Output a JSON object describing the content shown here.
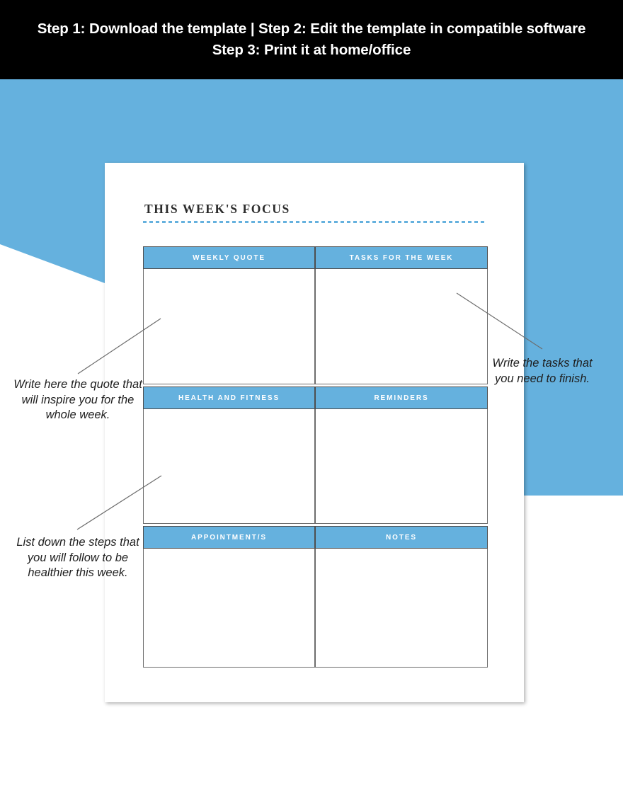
{
  "banner": {
    "line1": "Step 1: Download the template | Step 2: Edit the template in compatible software",
    "line2": "Step 3: Print it at home/office",
    "background": "#000000",
    "text_color": "#ffffff"
  },
  "theme": {
    "accent_blue": "#65b1de",
    "sheet_white": "#ffffff",
    "line_gray": "#6d6d6d",
    "ink": "#1e1e1e"
  },
  "sheet": {
    "title": "THIS WEEK'S FOCUS",
    "divider": "dashed-blue-rule"
  },
  "planner": {
    "rows": [
      {
        "left": {
          "header": "WEEKLY QUOTE",
          "value": ""
        },
        "right": {
          "header": "TASKS FOR THE WEEK",
          "value": ""
        }
      },
      {
        "left": {
          "header": "HEALTH AND FITNESS",
          "value": ""
        },
        "right": {
          "header": "REMINDERS",
          "value": ""
        }
      },
      {
        "left": {
          "header": "APPOINTMENT/S",
          "value": ""
        },
        "right": {
          "header": "NOTES",
          "value": ""
        }
      }
    ]
  },
  "annotations": {
    "quote": "Write here the quote that will inspire you for the whole week.",
    "health": "List down the steps that you will follow to be healthier this week.",
    "tasks": "Write the tasks that you need to finish."
  }
}
